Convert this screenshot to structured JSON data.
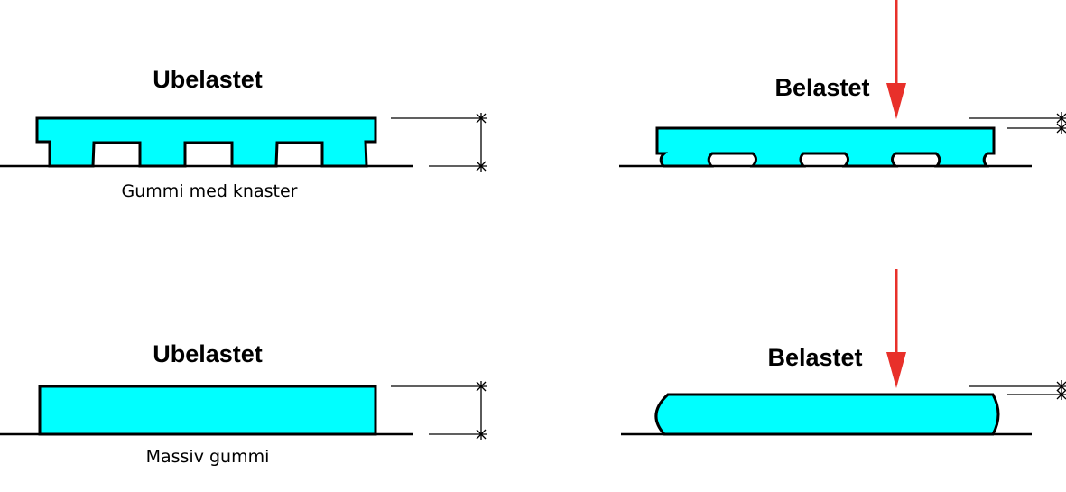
{
  "panels": {
    "top_left": {
      "title": "Ubelastet",
      "caption": "Gummi med knaster"
    },
    "top_right": {
      "title": "Belastet"
    },
    "bottom_left": {
      "title": "Ubelastet",
      "caption": "Massiv gummi"
    },
    "bottom_right": {
      "title": "Belastet"
    }
  },
  "colors": {
    "rubber": "#00ffff",
    "load_arrow": "#e8302a",
    "outline": "#000000"
  }
}
